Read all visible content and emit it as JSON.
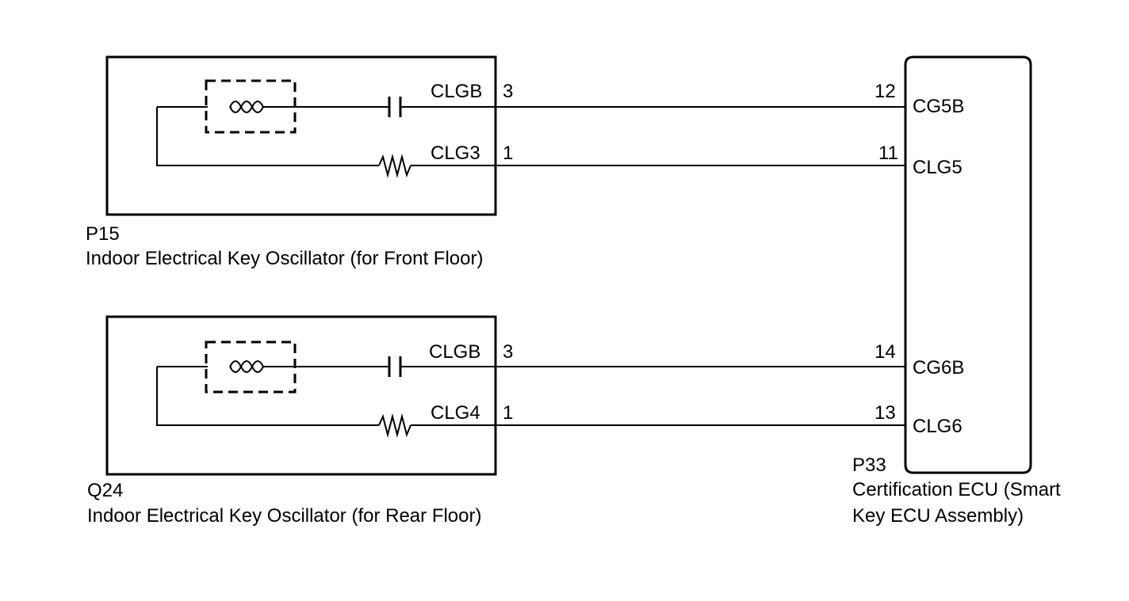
{
  "connectors": {
    "front": {
      "id": "P15",
      "name": "Indoor Electrical Key Oscillator (for Front Floor)",
      "pins": [
        {
          "signal": "CLGB",
          "pin": "3"
        },
        {
          "signal": "CLG3",
          "pin": "1"
        }
      ]
    },
    "rear": {
      "id": "Q24",
      "name": "Indoor Electrical Key Oscillator (for Rear Floor)",
      "pins": [
        {
          "signal": "CLGB",
          "pin": "3"
        },
        {
          "signal": "CLG4",
          "pin": "1"
        }
      ]
    },
    "ecu": {
      "id": "P33",
      "name_line1": "Certification ECU (Smart",
      "name_line2": "Key ECU Assembly)",
      "pins": [
        {
          "pin": "12",
          "signal": "CG5B"
        },
        {
          "pin": "11",
          "signal": "CLG5"
        },
        {
          "pin": "14",
          "signal": "CG6B"
        },
        {
          "pin": "13",
          "signal": "CLG6"
        }
      ]
    }
  }
}
